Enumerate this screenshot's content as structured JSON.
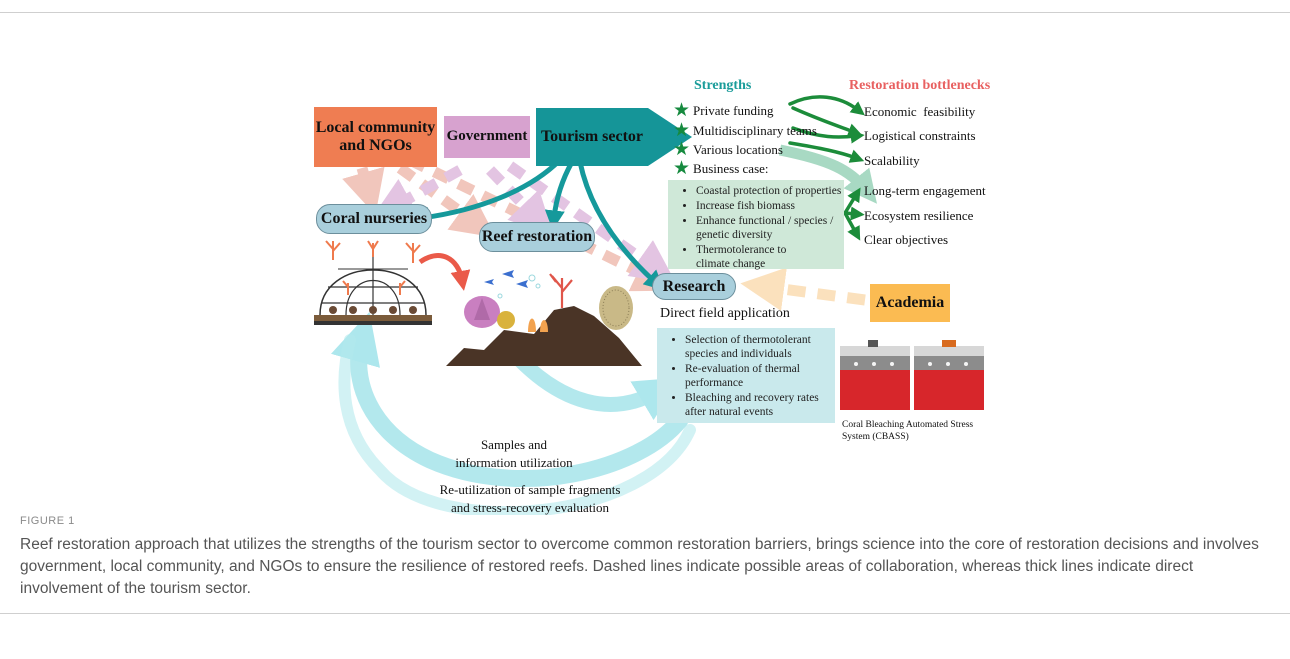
{
  "diagram": {
    "headers": {
      "strengths": "Strengths",
      "bottlenecks": "Restoration bottlenecks"
    },
    "actors": {
      "local": "Local community and NGOs",
      "government": "Government",
      "tourism": "Tourism sector",
      "academia": "Academia"
    },
    "nodes": {
      "coral_nurseries": "Coral nurseries",
      "reef_restoration": "Reef restoration",
      "research": "Research"
    },
    "strengths": [
      "Private funding",
      "Multidisciplinary teams",
      "Various locations",
      "Business case:"
    ],
    "business_case": [
      "Coastal protection of properties",
      "Increase fish biomass",
      "Enhance functional / species / genetic diversity",
      "Thermotolerance to climate change"
    ],
    "bottlenecks": [
      "Economic  feasibility",
      "Logistical constraints",
      "Scalability",
      "Long-term engagement",
      "Ecosystem resilience",
      "Clear objectives"
    ],
    "direct_field_application": {
      "title": "Direct field application",
      "items": [
        "Selection of thermotolerant species and individuals",
        "Re-evaluation of thermal performance",
        "Bleaching and recovery rates after natural events"
      ]
    },
    "cbass_label": "Coral Bleaching Automated Stress System (CBASS)",
    "samples_label": "Samples and information utilization",
    "reutilization_label": "Re-utilization of sample fragments and stress-recovery evaluation",
    "colors": {
      "local": "#ef7d52",
      "government": "#d7a2cf",
      "tourism": "#159598",
      "academia": "#fbbb52",
      "pill": "#a9cfdc",
      "business_box": "#cfe8d8",
      "field_box": "#c9e9ec",
      "strength_header": "#1a9c9a",
      "bottleneck_header": "#e86060",
      "star": "#168a3f"
    }
  },
  "caption": {
    "label": "FIGURE 1",
    "text": "Reef restoration approach that utilizes the strengths of the tourism sector to overcome common restoration barriers, brings science into the core of restoration decisions and involves government, local community, and NGOs to ensure the resilience of restored reefs. Dashed lines indicate possible areas of collaboration, whereas thick lines indicate direct involvement of the tourism sector."
  }
}
